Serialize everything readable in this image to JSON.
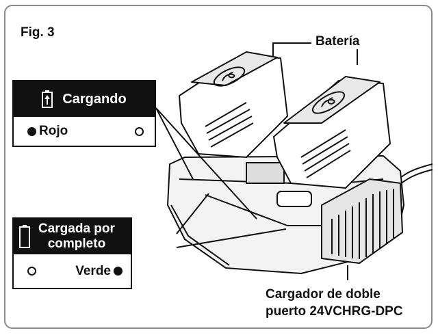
{
  "figure_label": "Fig. 3",
  "callouts": {
    "battery": "Batería",
    "charger_line1": "Cargador de doble",
    "charger_line2": "puerto 24VCHRG-DPC"
  },
  "charging_box": {
    "header": "Cargando",
    "left_indicator": "Rojo",
    "left_dot": "filled",
    "right_dot": "empty",
    "icon": "battery-charging-icon"
  },
  "full_box": {
    "header_line1": "Cargada por",
    "header_line2": "completo",
    "right_indicator": "Verde",
    "left_dot": "empty",
    "right_dot": "filled",
    "icon": "battery-empty-icon"
  },
  "colors": {
    "ink": "#111111",
    "frame": "#8a8a8a"
  }
}
